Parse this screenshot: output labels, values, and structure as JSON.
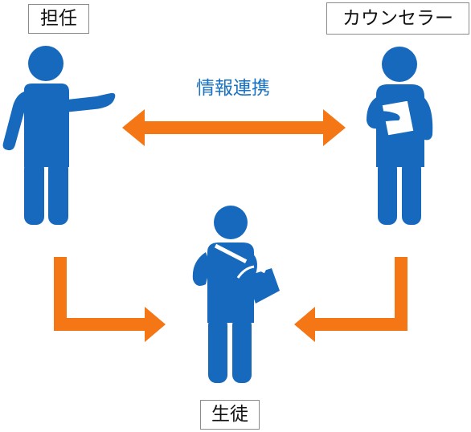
{
  "labels": {
    "teacher": "担任",
    "counselor": "カウンセラー",
    "student": "生徒"
  },
  "caption": {
    "info_sharing": "情報連携"
  },
  "colors": {
    "person": "#1769bd",
    "arrow": "#f47615",
    "caption_text": "#1a72c2",
    "label_border": "#8a8a8a"
  },
  "icons": {
    "teacher": "person-pointing-icon",
    "counselor": "person-holding-document-icon",
    "student": "person-with-bag-icon"
  }
}
